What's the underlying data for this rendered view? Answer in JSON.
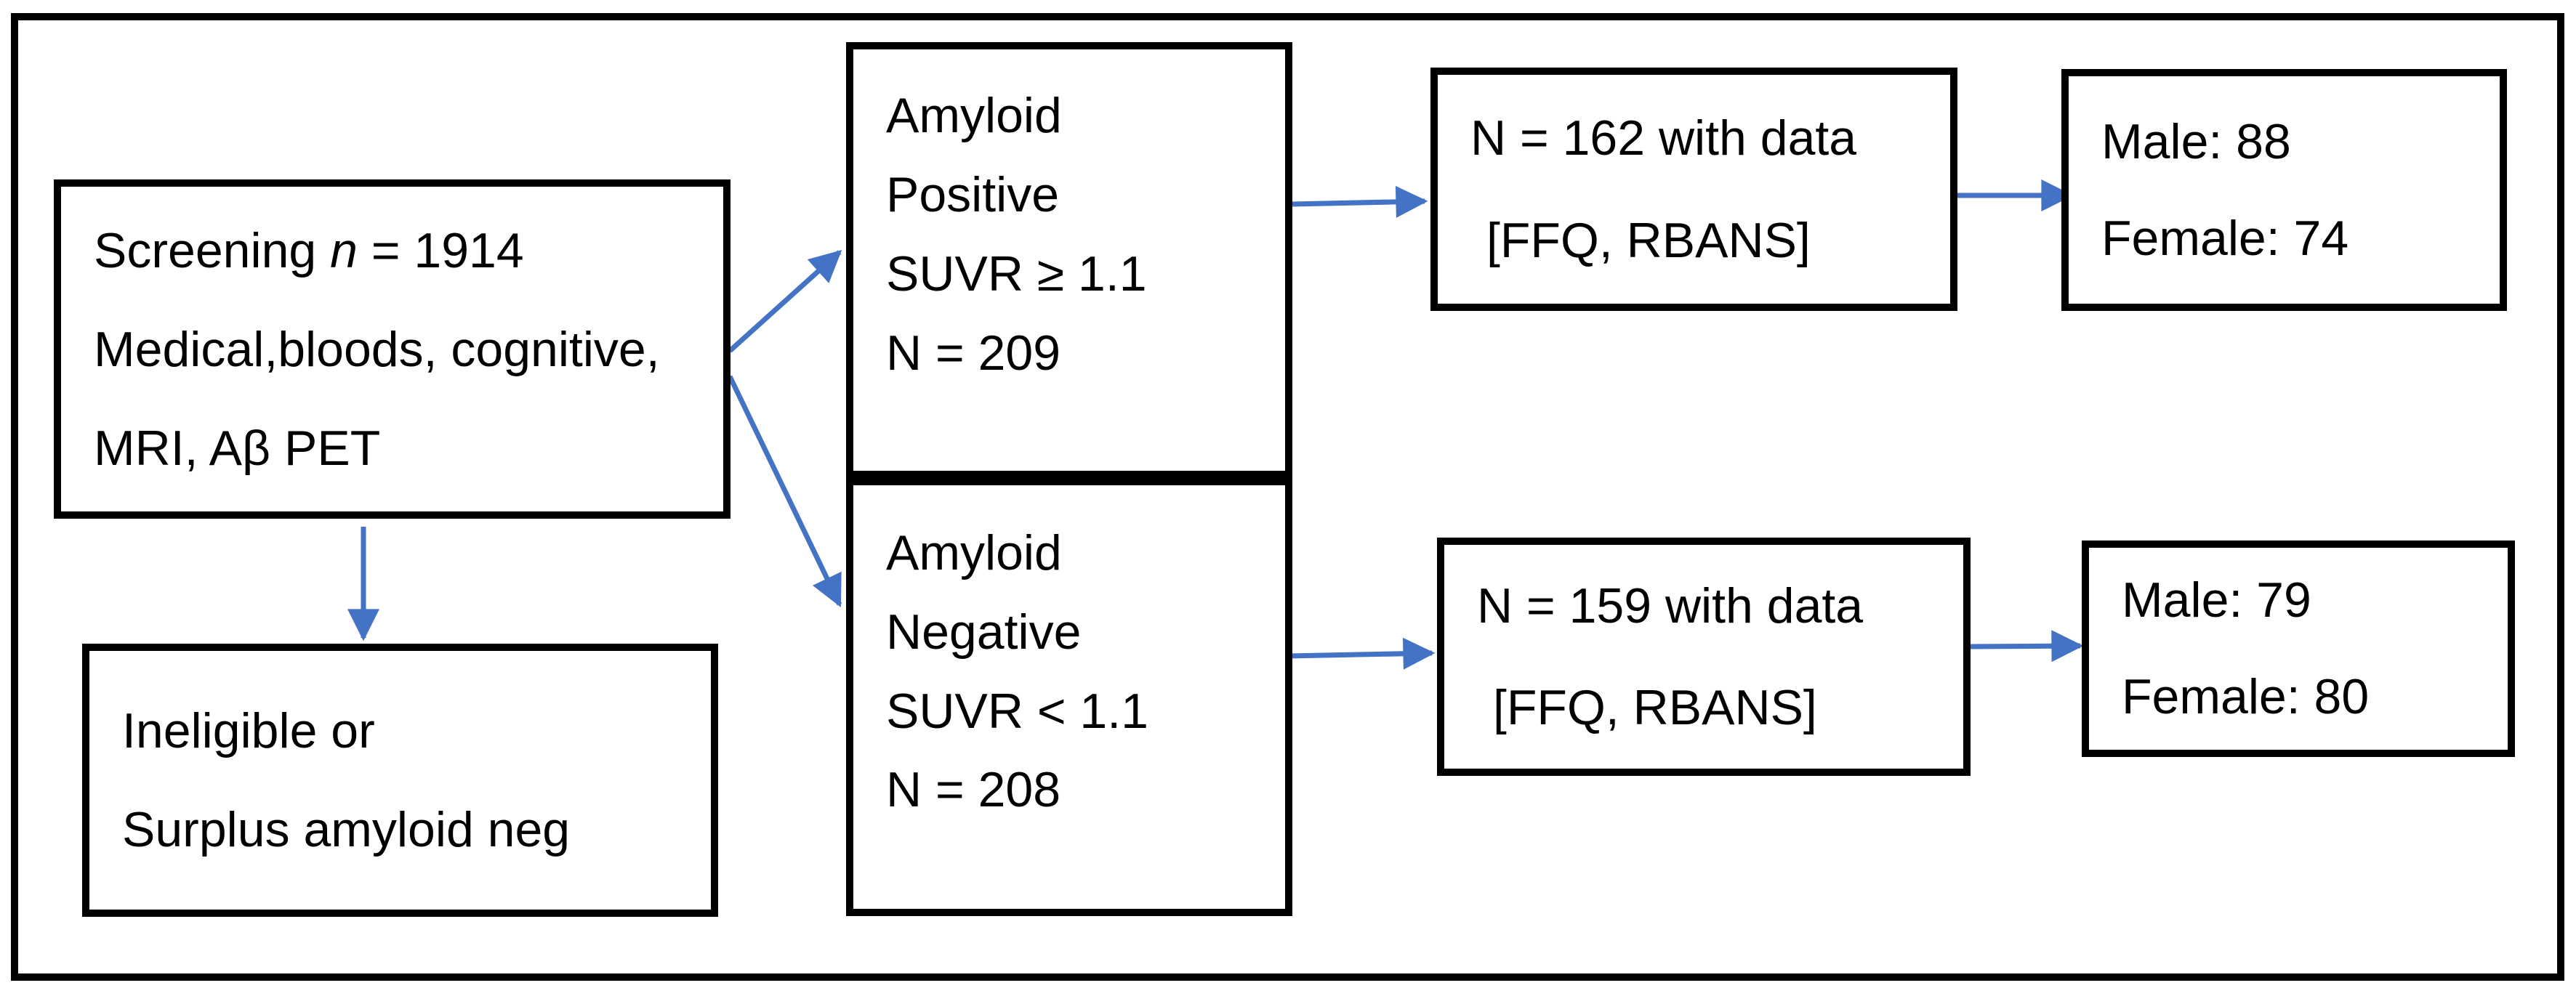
{
  "colors": {
    "arrow": "#4472C4",
    "box_border": "#000000",
    "text": "#000000",
    "background": "#FFFFFF"
  },
  "boxes": {
    "screening": {
      "line1_prefix": "Screening ",
      "line1_italic_n": "n",
      "line1_suffix": " = 1914",
      "line2": "Medical,bloods, cognitive,",
      "line3": "MRI, Aβ PET"
    },
    "ineligible": {
      "line1": "Ineligible or",
      "line2": "Surplus amyloid neg"
    },
    "amyloid_positive": {
      "line1": "Amyloid",
      "line2": "Positive",
      "line3": "SUVR ≥ 1.1",
      "line4": "N = 209"
    },
    "amyloid_negative": {
      "line1": "Amyloid",
      "line2": "Negative",
      "line3": "SUVR < 1.1",
      "line4": "N = 208"
    },
    "positive_with_data": {
      "line1": "N = 162 with data",
      "line2": "[FFQ, RBANS]"
    },
    "negative_with_data": {
      "line1": "N = 159 with data",
      "line2": "[FFQ, RBANS]"
    },
    "positive_sex": {
      "line1": "Male: 88",
      "line2": "Female: 74"
    },
    "negative_sex": {
      "line1": "Male: 79",
      "line2": "Female: 80"
    }
  }
}
